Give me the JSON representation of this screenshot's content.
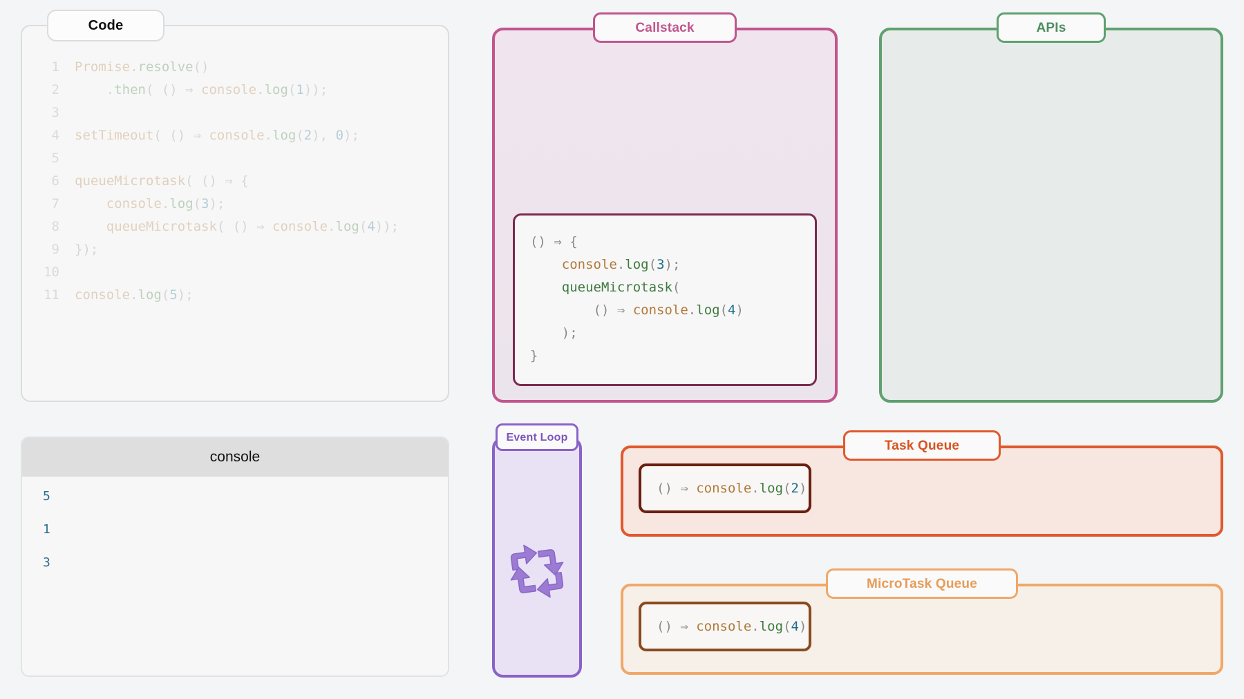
{
  "background_color": "#f4f5f7",
  "code": {
    "title": "Code",
    "lines": [
      {
        "n": "1",
        "tokens": [
          {
            "t": "Promise",
            "c": "obj"
          },
          {
            "t": ".",
            "c": "pun"
          },
          {
            "t": "resolve",
            "c": "fn"
          },
          {
            "t": "()",
            "c": "pun"
          }
        ]
      },
      {
        "n": "2",
        "tokens": [
          {
            "t": "    .",
            "c": "pun"
          },
          {
            "t": "then",
            "c": "fn"
          },
          {
            "t": "( () ⇒ ",
            "c": "pun"
          },
          {
            "t": "console",
            "c": "obj"
          },
          {
            "t": ".",
            "c": "pun"
          },
          {
            "t": "log",
            "c": "fn"
          },
          {
            "t": "(",
            "c": "pun"
          },
          {
            "t": "1",
            "c": "num"
          },
          {
            "t": "));",
            "c": "pun"
          }
        ]
      },
      {
        "n": "3",
        "tokens": []
      },
      {
        "n": "4",
        "tokens": [
          {
            "t": "setTimeout",
            "c": "obj"
          },
          {
            "t": "( () ⇒ ",
            "c": "pun"
          },
          {
            "t": "console",
            "c": "obj"
          },
          {
            "t": ".",
            "c": "pun"
          },
          {
            "t": "log",
            "c": "fn"
          },
          {
            "t": "(",
            "c": "pun"
          },
          {
            "t": "2",
            "c": "num"
          },
          {
            "t": "), ",
            "c": "pun"
          },
          {
            "t": "0",
            "c": "num"
          },
          {
            "t": ");",
            "c": "pun"
          }
        ]
      },
      {
        "n": "5",
        "tokens": []
      },
      {
        "n": "6",
        "tokens": [
          {
            "t": "queueMicrotask",
            "c": "obj"
          },
          {
            "t": "( () ⇒ {",
            "c": "pun"
          }
        ]
      },
      {
        "n": "7",
        "tokens": [
          {
            "t": "    ",
            "c": "pun"
          },
          {
            "t": "console",
            "c": "obj"
          },
          {
            "t": ".",
            "c": "pun"
          },
          {
            "t": "log",
            "c": "fn"
          },
          {
            "t": "(",
            "c": "pun"
          },
          {
            "t": "3",
            "c": "num"
          },
          {
            "t": ");",
            "c": "pun"
          }
        ]
      },
      {
        "n": "8",
        "tokens": [
          {
            "t": "    ",
            "c": "pun"
          },
          {
            "t": "queueMicrotask",
            "c": "obj"
          },
          {
            "t": "( () ⇒ ",
            "c": "pun"
          },
          {
            "t": "console",
            "c": "obj"
          },
          {
            "t": ".",
            "c": "pun"
          },
          {
            "t": "log",
            "c": "fn"
          },
          {
            "t": "(",
            "c": "pun"
          },
          {
            "t": "4",
            "c": "num"
          },
          {
            "t": "));",
            "c": "pun"
          }
        ]
      },
      {
        "n": "9",
        "tokens": [
          {
            "t": "});",
            "c": "pun"
          }
        ]
      },
      {
        "n": "10",
        "tokens": []
      },
      {
        "n": "11",
        "tokens": [
          {
            "t": "console",
            "c": "obj"
          },
          {
            "t": ".",
            "c": "pun"
          },
          {
            "t": "log",
            "c": "fn"
          },
          {
            "t": "(",
            "c": "pun"
          },
          {
            "t": "5",
            "c": "num"
          },
          {
            "t": ");",
            "c": "pun"
          }
        ]
      }
    ]
  },
  "console": {
    "title": "console",
    "entries": [
      "5",
      "1",
      "3"
    ]
  },
  "callstack": {
    "title": "Callstack",
    "accent_color": "#c0568d",
    "frame": {
      "lines": [
        [
          {
            "t": "() ⇒ {",
            "c": "pun"
          }
        ],
        [
          {
            "t": "    ",
            "c": "pun"
          },
          {
            "t": "console",
            "c": "obj"
          },
          {
            "t": ".",
            "c": "pun"
          },
          {
            "t": "log",
            "c": "fn"
          },
          {
            "t": "(",
            "c": "pun"
          },
          {
            "t": "3",
            "c": "num"
          },
          {
            "t": ");",
            "c": "pun"
          }
        ],
        [
          {
            "t": "    ",
            "c": "pun"
          },
          {
            "t": "queueMicrotask",
            "c": "fn"
          },
          {
            "t": "(",
            "c": "pun"
          }
        ],
        [
          {
            "t": "        () ⇒ ",
            "c": "pun"
          },
          {
            "t": "console",
            "c": "obj"
          },
          {
            "t": ".",
            "c": "pun"
          },
          {
            "t": "log",
            "c": "fn"
          },
          {
            "t": "(",
            "c": "pun"
          },
          {
            "t": "4",
            "c": "num"
          },
          {
            "t": ")",
            "c": "pun"
          }
        ],
        [
          {
            "t": "    );",
            "c": "pun"
          }
        ],
        [
          {
            "t": "}",
            "c": "pun"
          }
        ]
      ]
    }
  },
  "apis": {
    "title": "APIs",
    "accent_color": "#5fa06f",
    "items": []
  },
  "event_loop": {
    "title": "Event Loop",
    "accent_color": "#8a63c8",
    "icon": "circular-arrows-icon"
  },
  "task_queue": {
    "title": "Task Queue",
    "accent_color": "#e0592d",
    "cards": [
      {
        "tokens": [
          {
            "t": "() ⇒ ",
            "c": "pun"
          },
          {
            "t": "console",
            "c": "obj"
          },
          {
            "t": ".",
            "c": "pun"
          },
          {
            "t": "log",
            "c": "fn"
          },
          {
            "t": "(",
            "c": "pun"
          },
          {
            "t": "2",
            "c": "num"
          },
          {
            "t": ")",
            "c": "pun"
          }
        ]
      }
    ]
  },
  "microtask_queue": {
    "title": "MicroTask Queue",
    "accent_color": "#f0a868",
    "cards": [
      {
        "tokens": [
          {
            "t": "() ⇒ ",
            "c": "pun"
          },
          {
            "t": "console",
            "c": "obj"
          },
          {
            "t": ".",
            "c": "pun"
          },
          {
            "t": "log",
            "c": "fn"
          },
          {
            "t": "(",
            "c": "pun"
          },
          {
            "t": "4",
            "c": "num"
          },
          {
            "t": ")",
            "c": "pun"
          }
        ]
      }
    ]
  }
}
